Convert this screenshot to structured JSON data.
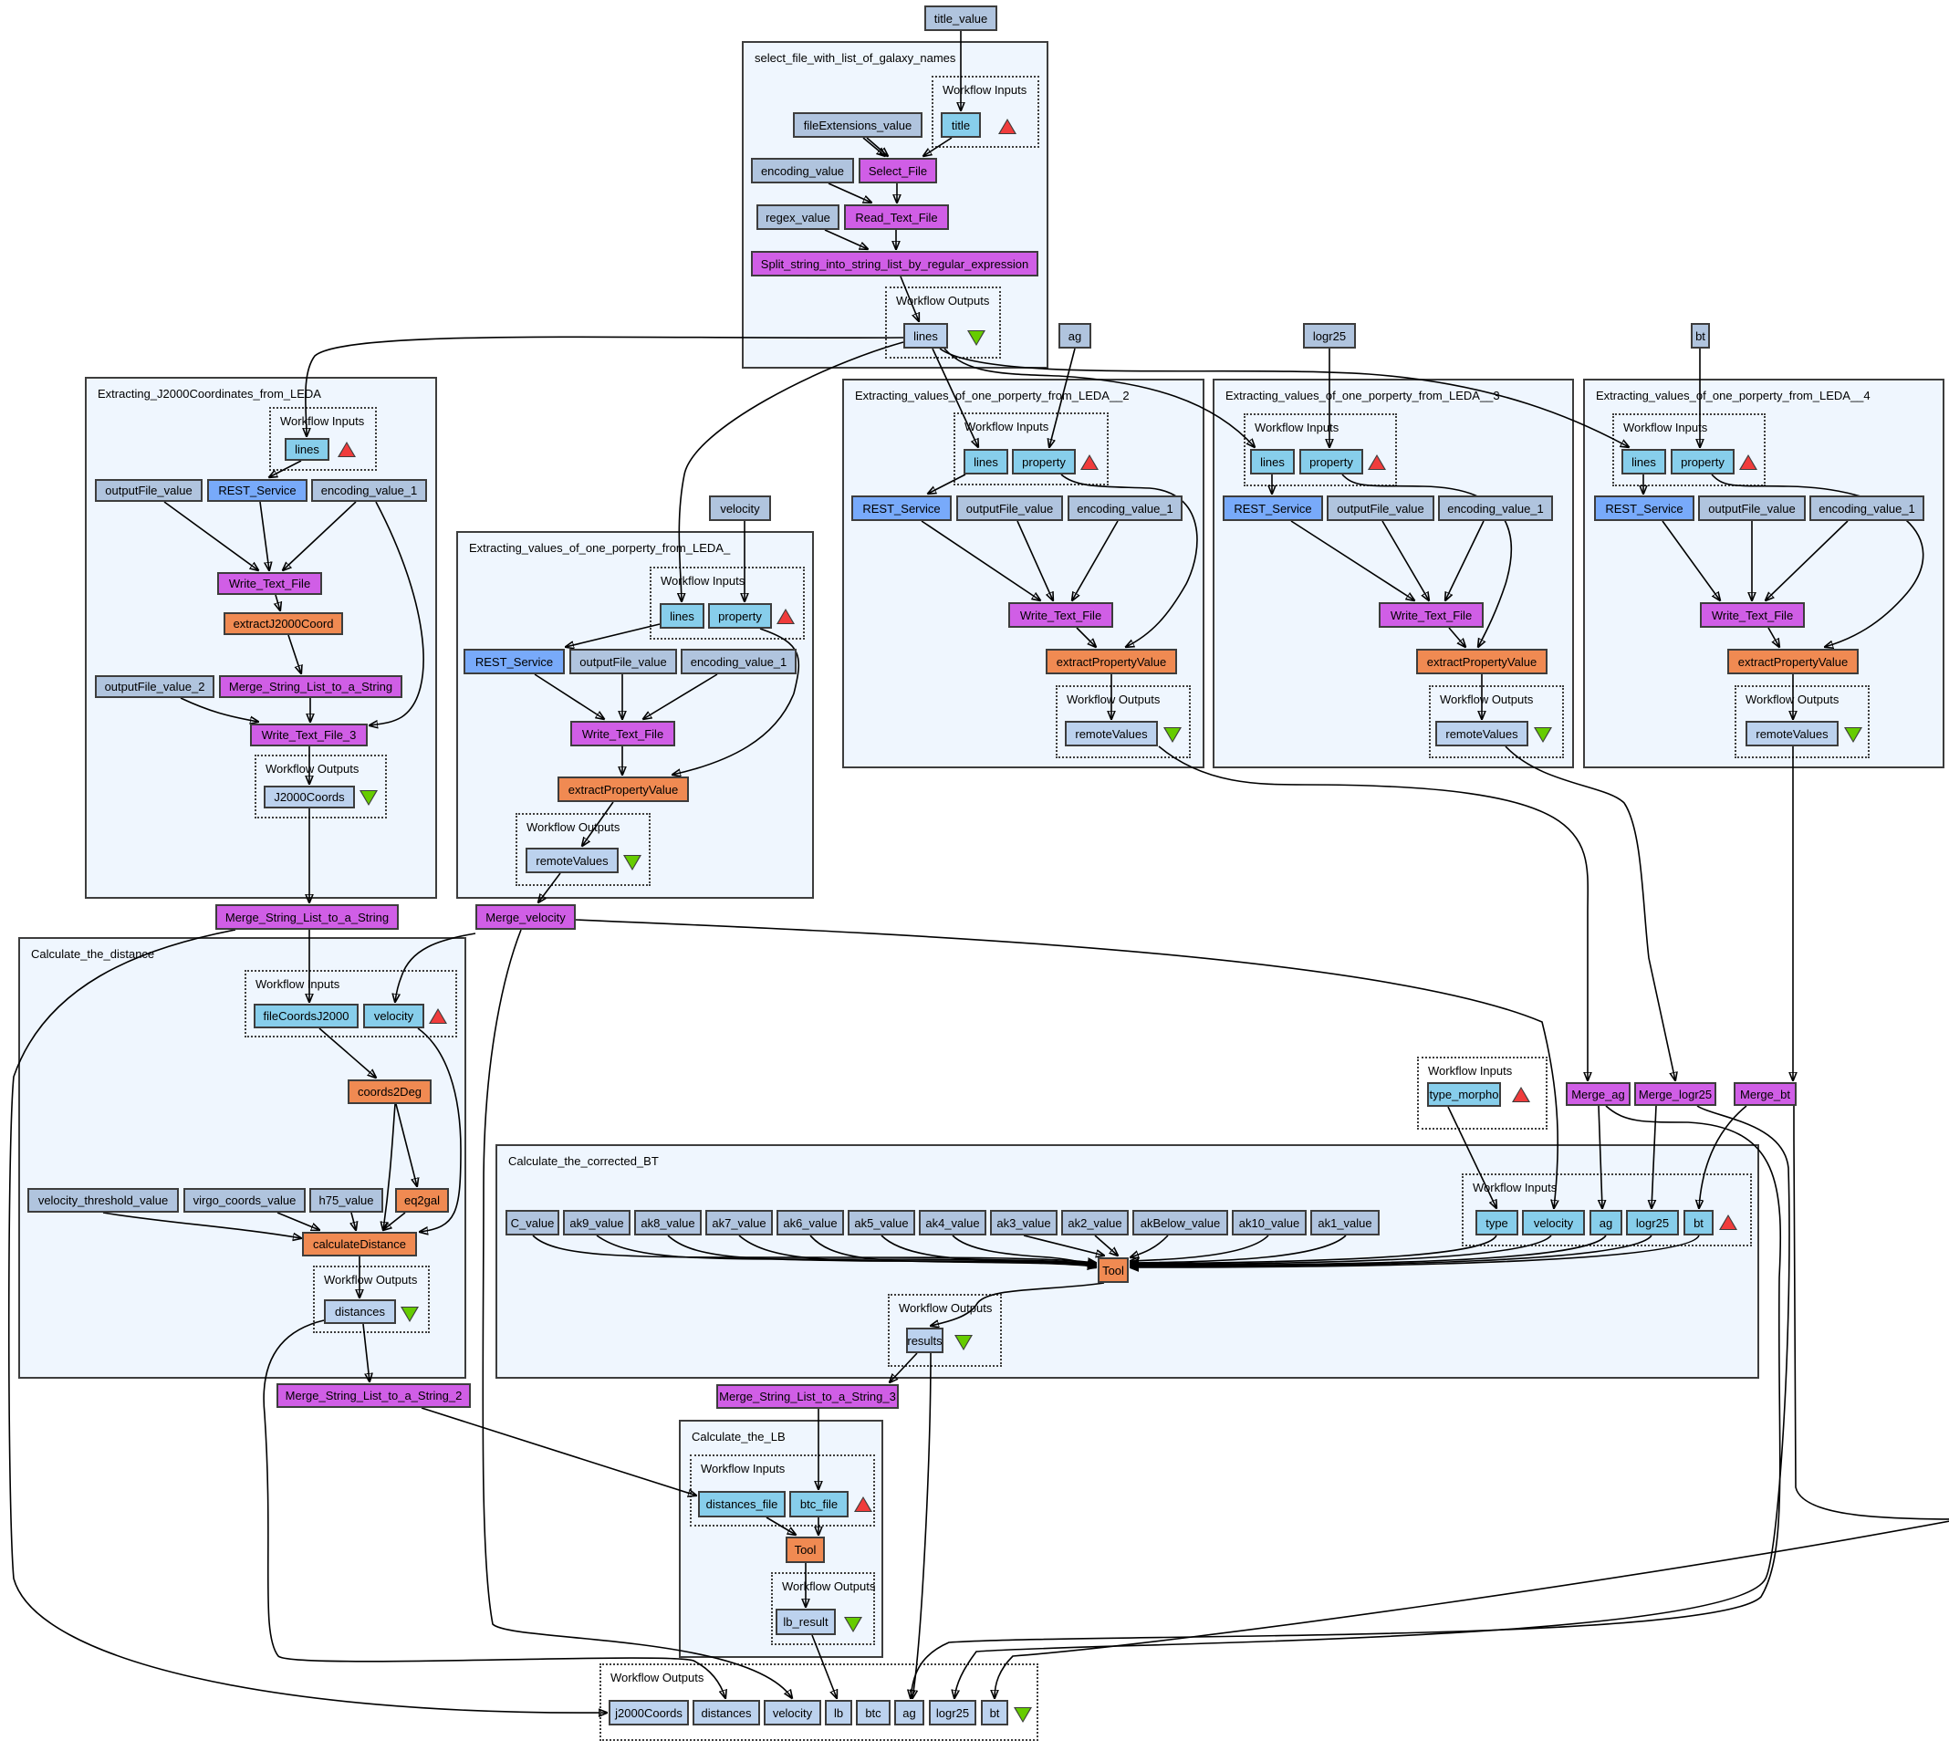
{
  "diagram": {
    "type": "taverna-workflow",
    "top_inputs": {
      "title_value": "title_value",
      "ag": "ag",
      "logr25": "logr25",
      "bt": "bt",
      "velocity": "velocity"
    },
    "workflow_inputs_label": "Workflow Inputs",
    "workflow_outputs_label": "Workflow Outputs",
    "select_file": {
      "title": "select_file_with_list_of_galaxy_names",
      "inputs": [
        "title"
      ],
      "fileExtensions_value": "fileExtensions_value",
      "encoding_value": "encoding_value",
      "select_file": "Select_File",
      "regex_value": "regex_value",
      "read_text_file": "Read_Text_File",
      "split": "Split_string_into_string_list_by_regular_expression",
      "outputs": [
        "lines"
      ]
    },
    "j2000": {
      "title": "Extracting_J2000Coordinates_from_LEDA",
      "inputs": [
        "lines"
      ],
      "outputFile_value": "outputFile_value",
      "rest_service": "REST_Service",
      "encoding_value_1": "encoding_value_1",
      "write_text_file": "Write_Text_File",
      "extract": "extractJ2000Coord",
      "outputFile_value_2": "outputFile_value_2",
      "merge": "Merge_String_List_to_a_String",
      "write_text_file_3": "Write_Text_File_3",
      "outputs": [
        "J2000Coords"
      ]
    },
    "leda": [
      {
        "title": "Extracting_values_of_one_porperty_from_LEDA_",
        "inputs": [
          "lines",
          "property"
        ],
        "rest_service": "REST_Service",
        "outputFile_value": "outputFile_value",
        "encoding_value_1": "encoding_value_1",
        "write_text_file": "Write_Text_File",
        "extract": "extractPropertyValue",
        "outputs": [
          "remoteValues"
        ]
      },
      {
        "title": "Extracting_values_of_one_porperty_from_LEDA__2",
        "inputs": [
          "lines",
          "property"
        ],
        "rest_service": "REST_Service",
        "outputFile_value": "outputFile_value",
        "encoding_value_1": "encoding_value_1",
        "write_text_file": "Write_Text_File",
        "extract": "extractPropertyValue",
        "outputs": [
          "remoteValues"
        ]
      },
      {
        "title": "Extracting_values_of_one_porperty_from_LEDA__3",
        "inputs": [
          "lines",
          "property"
        ],
        "rest_service": "REST_Service",
        "outputFile_value": "outputFile_value",
        "encoding_value_1": "encoding_value_1",
        "write_text_file": "Write_Text_File",
        "extract": "extractPropertyValue",
        "outputs": [
          "remoteValues"
        ]
      },
      {
        "title": "Extracting_values_of_one_porperty_from_LEDA__4",
        "inputs": [
          "lines",
          "property"
        ],
        "rest_service": "REST_Service",
        "outputFile_value": "outputFile_value",
        "encoding_value_1": "encoding_value_1",
        "write_text_file": "Write_Text_File",
        "extract": "extractPropertyValue",
        "outputs": [
          "remoteValues"
        ]
      }
    ],
    "merge_nodes": {
      "merge_string_list": "Merge_String_List_to_a_String",
      "merge_velocity": "Merge_velocity",
      "merge_ag": "Merge_ag",
      "merge_logr25": "Merge_logr25",
      "merge_bt": "Merge_bt",
      "merge_string_list_2": "Merge_String_List_to_a_String_2",
      "merge_string_list_3": "Merge_String_List_to_a_String_3"
    },
    "distance": {
      "title": "Calculate_the_distance",
      "inputs": [
        "fileCoordsJ2000",
        "velocity"
      ],
      "coords2deg": "coords2Deg",
      "eq2gal": "eq2gal",
      "velocity_threshold_value": "velocity_threshold_value",
      "virgo_coords_value": "virgo_coords_value",
      "h75_value": "h75_value",
      "calculate": "calculateDistance",
      "outputs": [
        "distances"
      ]
    },
    "type_morpho_inputs": [
      "type_morpho"
    ],
    "corrected_bt": {
      "title": "Calculate_the_corrected_BT",
      "constants": [
        "C_value",
        "ak9_value",
        "ak8_value",
        "ak7_value",
        "ak6_value",
        "ak5_value",
        "ak4_value",
        "ak3_value",
        "ak2_value",
        "akBelow_value",
        "ak10_value",
        "ak1_value"
      ],
      "inputs": [
        "type",
        "velocity",
        "ag",
        "logr25",
        "bt"
      ],
      "tool": "Tool",
      "outputs": [
        "results"
      ]
    },
    "lb": {
      "title": "Calculate_the_LB",
      "inputs": [
        "distances_file",
        "btc_file"
      ],
      "tool": "Tool",
      "outputs": [
        "lb_result"
      ]
    },
    "final_outputs": [
      "j2000Coords",
      "distances",
      "velocity",
      "lb",
      "btc",
      "ag",
      "logr25",
      "bt"
    ],
    "colors": {
      "cluster_bg": "#eff6fe",
      "constant": "#b0c4de",
      "workflow_input": "#87ceeb",
      "workflow_output": "#bcd2ee",
      "processor": "#d05ee6",
      "beanshell": "#f08a52",
      "rest_service": "#78aafa",
      "input_triangle": "#f03c3c",
      "output_triangle": "#66cc00"
    }
  }
}
